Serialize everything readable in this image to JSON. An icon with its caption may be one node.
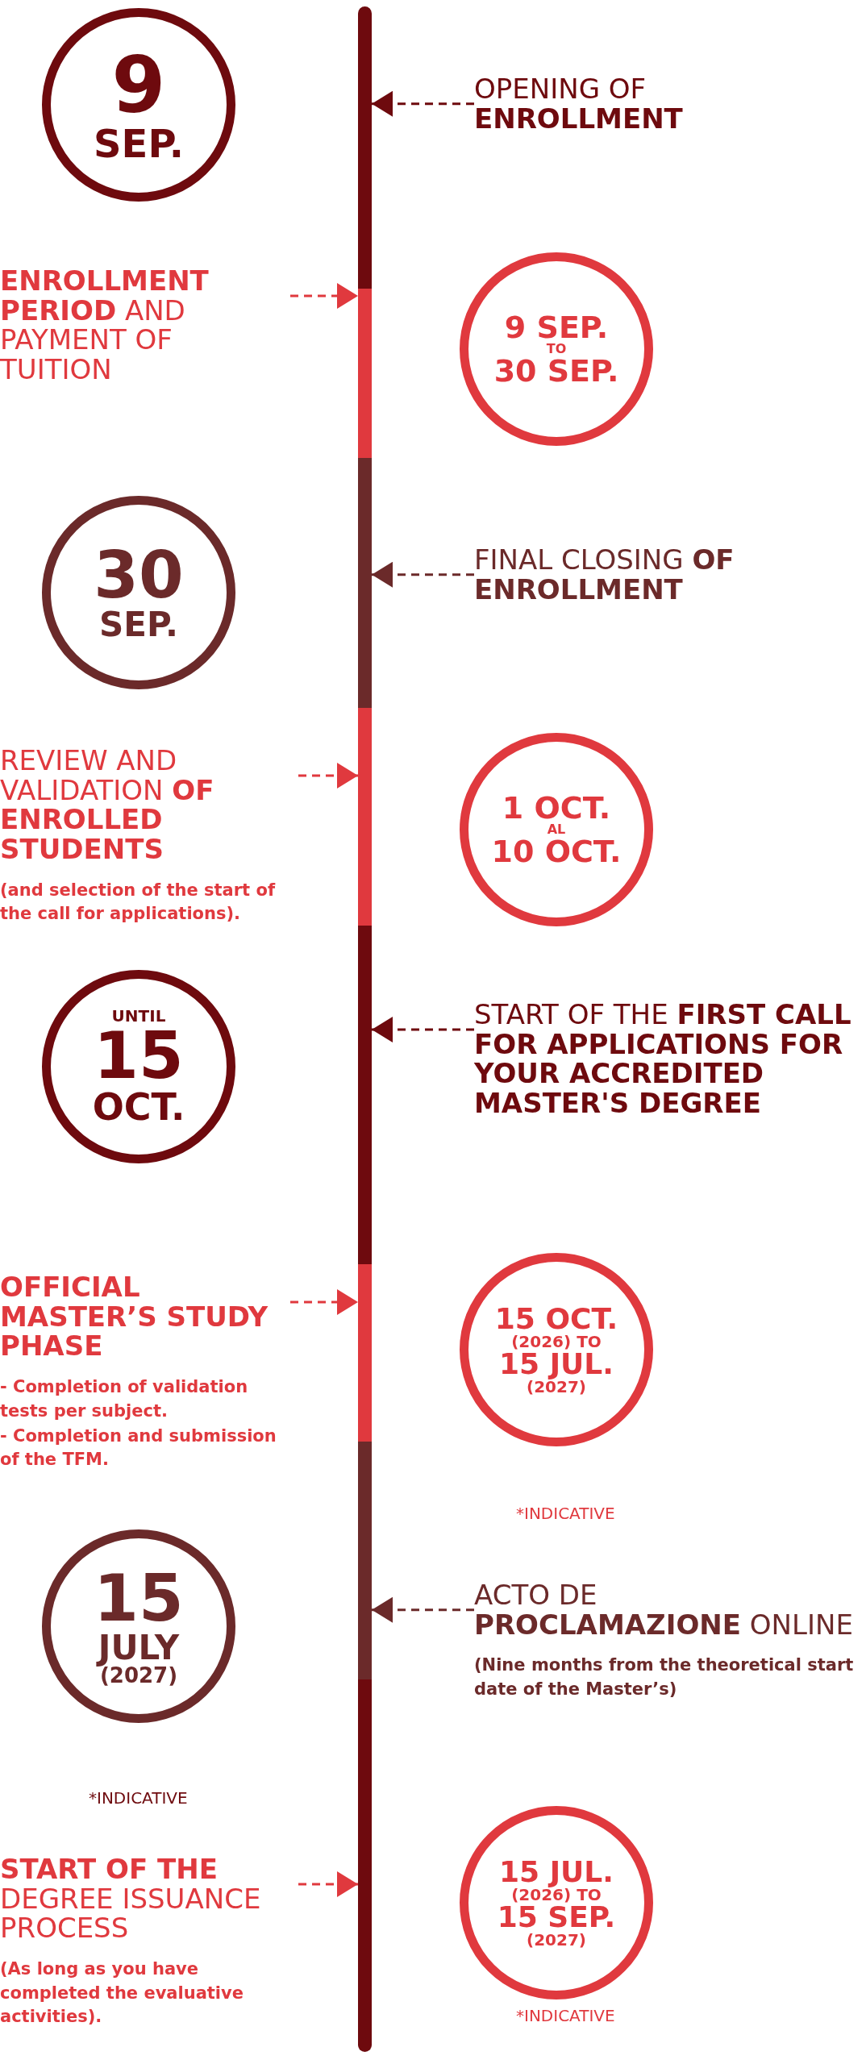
{
  "diagram": {
    "nodes": [
      {
        "text": [],
        "shape": "bar"
      },
      {
        "text": [
          "9",
          "SEP."
        ]
      },
      {
        "text": [
          "OPENING OF **ENROLLMENT**"
        ]
      },
      {
        "text": [
          "**ENROLLMENT PERIOD** AND PAYMENT OF TUITION"
        ]
      },
      {
        "text": [
          "9 SEP.",
          "TO",
          "30 SEP."
        ]
      },
      {
        "text": [
          "30",
          "SEP."
        ]
      },
      {
        "text": [
          "FINAL CLOSING **OF ENROLLMENT**"
        ]
      },
      {
        "text": [
          "REVIEW AND VALIDATION **OF ENROLLED STUDENTS**",
          "(and selection of the start of the call for applications)."
        ]
      },
      {
        "text": [
          "1 OCT.",
          "AL",
          "10 OCT."
        ]
      },
      {
        "text": [
          "UNTIL",
          "15",
          "OCT."
        ]
      },
      {
        "text": [
          "START OF THE **FIRST CALL FOR APPLICATIONS FOR YOUR ACCREDITED MASTER'S DEGREE**"
        ]
      },
      {
        "text": [
          "OFFICIAL MASTER’S STUDY PHASE",
          "- Completion of validation tests per subject.",
          "- Completion and submission of the TFM."
        ]
      },
      {
        "text": [
          "15 OCT.",
          "(2026) TO",
          "15 JUL.",
          "(2027)"
        ]
      },
      {
        "text": [
          "15",
          "JULY",
          "(2027)"
        ]
      },
      {
        "text": [
          "ACTO DE **PROCLAMAZIONE** ONLINE",
          "(Nine months from the theoretical start date of the Master’s)"
        ]
      },
      {
        "text": [
          "**START OF THE** DEGREE ISSUANCE PROCESS",
          "(As long as you have completed the evaluative activities)."
        ]
      },
      {
        "text": [
          "15 JUL.",
          "(2026) TO",
          "15 SEP.",
          "(2027)"
        ]
      }
    ],
    "edges": [
      {
        "from": 2,
        "to": 0,
        "arrow": "to",
        "style": "dashed",
        "color": "#6e0a0e"
      },
      {
        "from": 3,
        "to": 0,
        "arrow": "to",
        "style": "dashed",
        "color": "#e0393e"
      },
      {
        "from": 6,
        "to": 0,
        "arrow": "to",
        "style": "dashed",
        "color": "#6b2a2a"
      },
      {
        "from": 7,
        "to": 0,
        "arrow": "to",
        "style": "dashed",
        "color": "#e0393e"
      },
      {
        "from": 10,
        "to": 0,
        "arrow": "to",
        "style": "dashed",
        "color": "#6e0a0e"
      },
      {
        "from": 11,
        "to": 0,
        "arrow": "to",
        "style": "dashed",
        "color": "#e0393e"
      },
      {
        "from": 14,
        "to": 0,
        "arrow": "to",
        "style": "dashed",
        "color": "#6b2a2a"
      },
      {
        "from": 15,
        "to": 0,
        "arrow": "to",
        "style": "dashed",
        "color": "#e0393e"
      }
    ],
    "labels": [
      "*INDICATIVE",
      "*INDICATIVE",
      "*INDICATIVE"
    ]
  }
}
